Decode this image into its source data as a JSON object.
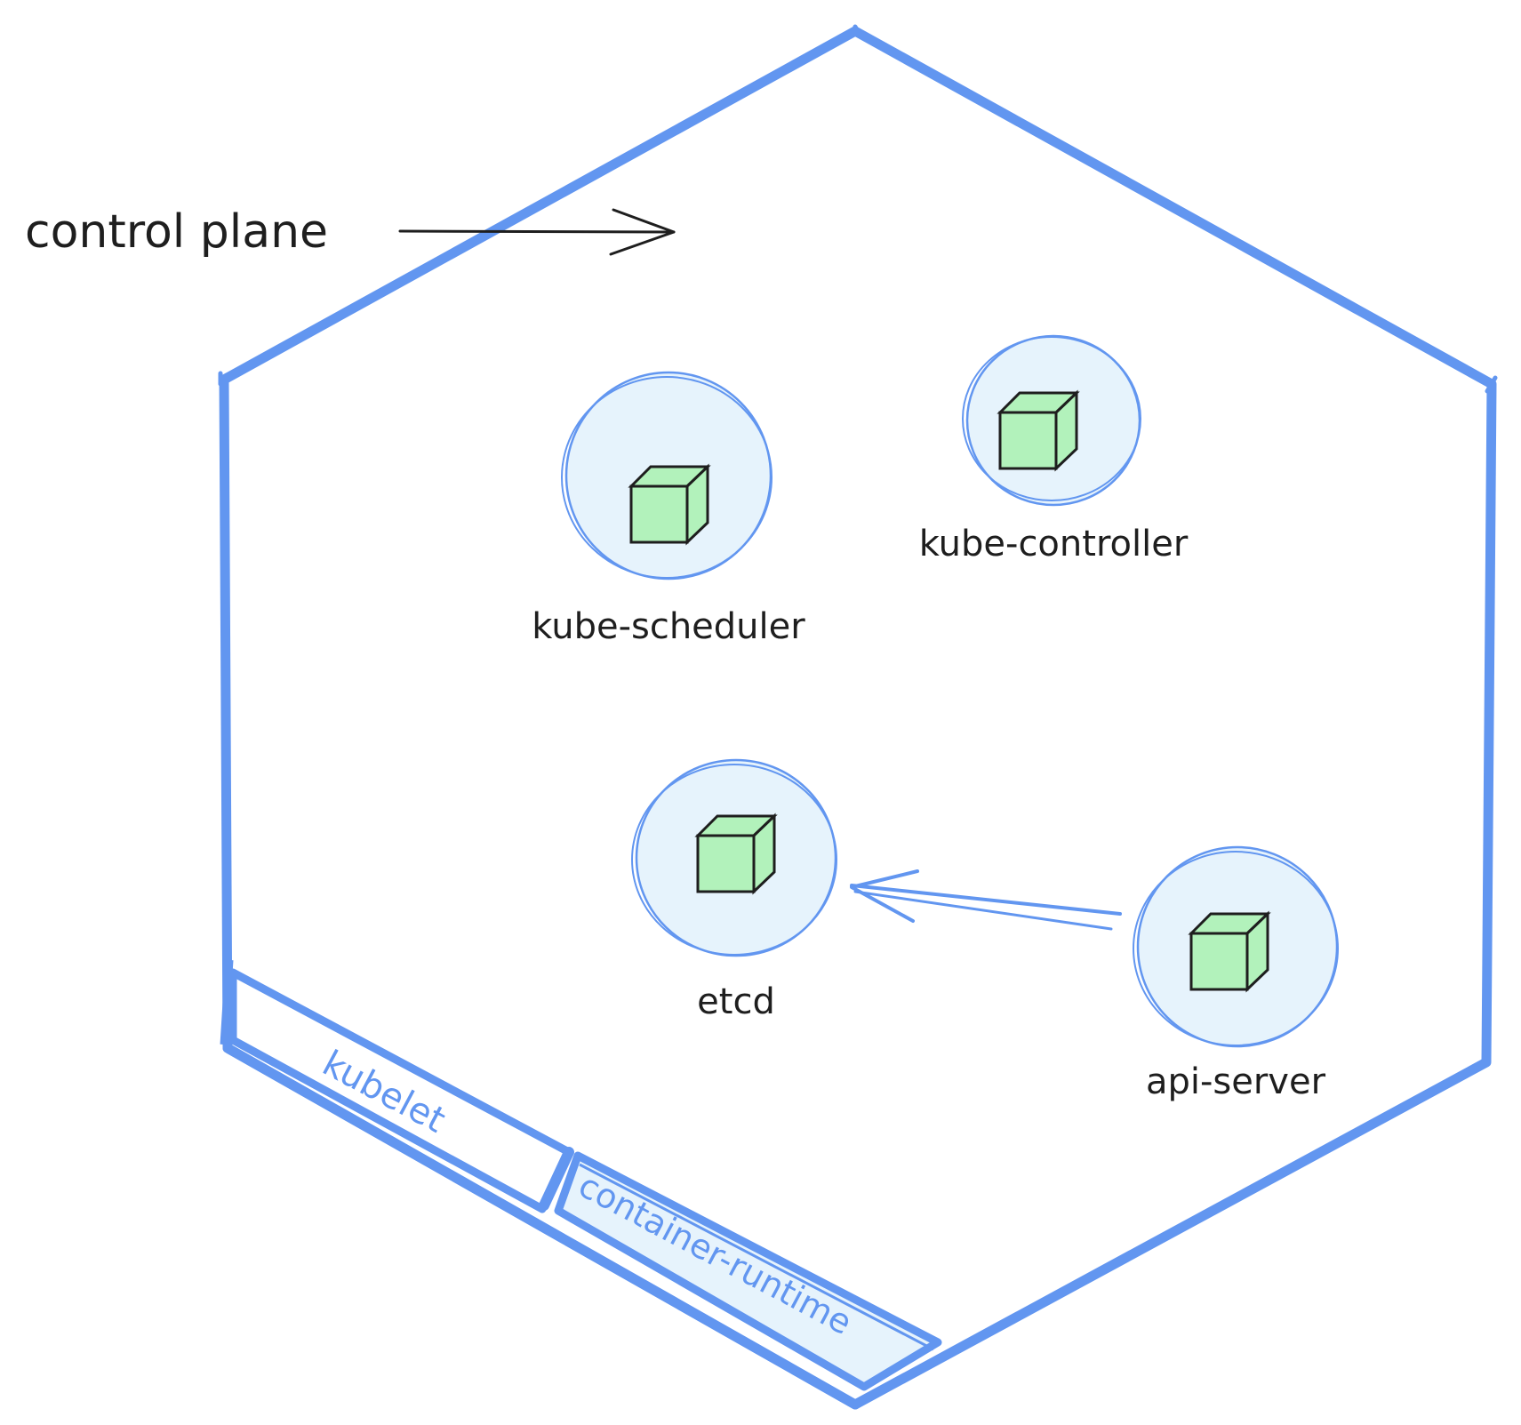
{
  "title": "control plane",
  "components": {
    "kube_scheduler": {
      "label": "kube-scheduler",
      "icon": "cube-icon"
    },
    "kube_controller": {
      "label": "kube-controller",
      "icon": "cube-icon"
    },
    "etcd": {
      "label": "etcd",
      "icon": "cube-icon"
    },
    "api_server": {
      "label": "api-server",
      "icon": "cube-icon"
    }
  },
  "node_parts": {
    "kubelet": "kubelet",
    "container_runtime": "container-runtime"
  },
  "colors": {
    "outline": "#6296f0",
    "circle_fill": "#e6f3fc",
    "cube_fill": "#b2f2bb",
    "ink": "#1e1e1e"
  }
}
